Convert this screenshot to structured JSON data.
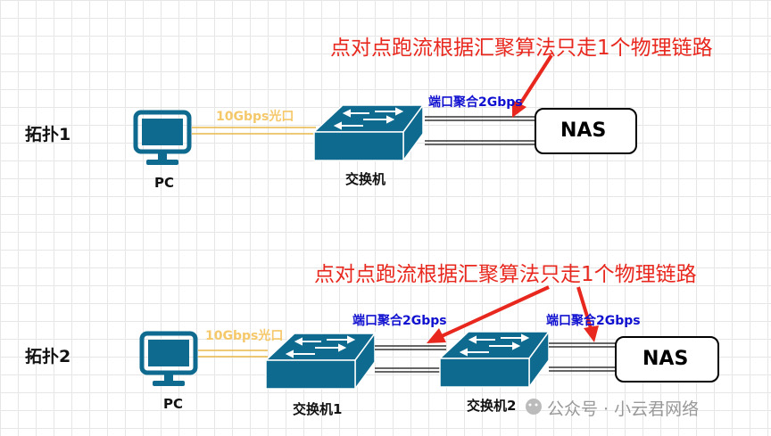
{
  "topology1": {
    "title": "拓扑1",
    "pc_label": "PC",
    "fiber_label": "10Gbps光口",
    "switch_label": "交换机",
    "lag_label": "端口聚合2Gbps",
    "nas_label": "NAS",
    "note": "点对点跑流根据汇聚算法只走1个物理链路"
  },
  "topology2": {
    "title": "拓扑2",
    "pc_label": "PC",
    "fiber_label": "10Gbps光口",
    "switch1_label": "交换机1",
    "switch2_label": "交换机2",
    "lag1_label": "端口聚合2Gbps",
    "lag2_label": "端口聚合2Gbps",
    "nas_label": "NAS",
    "note": "点对点跑流根据汇聚算法只走1个物理链路"
  },
  "watermark": "公众号 · 小云君网络",
  "colors": {
    "device": "#0e6a8e",
    "fiber": "#e8b84a",
    "note": "#e8281e",
    "lag": "#1010d0"
  }
}
